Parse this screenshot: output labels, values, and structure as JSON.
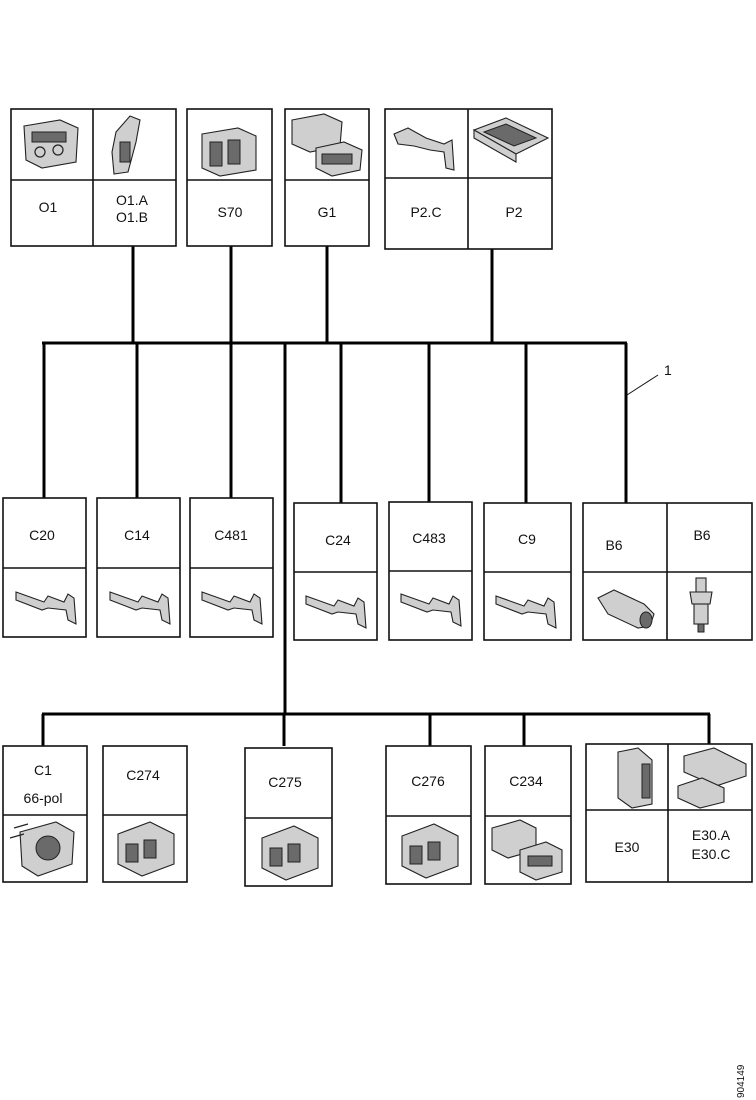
{
  "top_row": [
    {
      "id": "O1",
      "cells": [
        {
          "text": [
            "O1"
          ],
          "icon": "connector-housing-icon"
        },
        {
          "text": [
            "O1.A",
            "O1.B"
          ],
          "icon": "connector-clip-icon"
        }
      ]
    },
    {
      "id": "S70",
      "cells": [
        {
          "text": [
            "S70"
          ],
          "icon": "connector-housing-icon"
        }
      ]
    },
    {
      "id": "G1",
      "cells": [
        {
          "text": [
            "G1"
          ],
          "icon": "connector-pair-icon"
        }
      ]
    },
    {
      "id": "P2",
      "cells": [
        {
          "text": [
            "P2.C"
          ],
          "icon": "terminal-clip-icon"
        },
        {
          "text": [
            "P2"
          ],
          "icon": "connector-block-icon"
        }
      ]
    }
  ],
  "middle_row": [
    {
      "text": [
        "C20"
      ],
      "icon": "terminal-icon"
    },
    {
      "text": [
        "C14"
      ],
      "icon": "terminal-icon"
    },
    {
      "text": [
        "C481"
      ],
      "icon": "terminal-icon"
    },
    {
      "text": [
        "C24"
      ],
      "icon": "terminal-icon"
    },
    {
      "text": [
        "C483"
      ],
      "icon": "terminal-icon"
    },
    {
      "text": [
        "C9"
      ],
      "icon": "terminal-icon"
    },
    {
      "text": [
        "B6",
        "B6"
      ],
      "icon": "sensor-icon"
    }
  ],
  "bottom_row": [
    {
      "text": [
        "C1",
        "66-pol"
      ],
      "icon": "round-connector-icon"
    },
    {
      "text": [
        "C274"
      ],
      "icon": "connector-housing-icon"
    },
    {
      "text": [
        "C275"
      ],
      "icon": "connector-housing-icon"
    },
    {
      "text": [
        "C276"
      ],
      "icon": "connector-housing-icon"
    },
    {
      "text": [
        "C234"
      ],
      "icon": "connector-pair-icon"
    },
    {
      "text": [
        "E30",
        "E30.A",
        "E30.C"
      ],
      "icon": "connector-block-icon"
    }
  ],
  "callout": "1",
  "figure_ref": "904149"
}
